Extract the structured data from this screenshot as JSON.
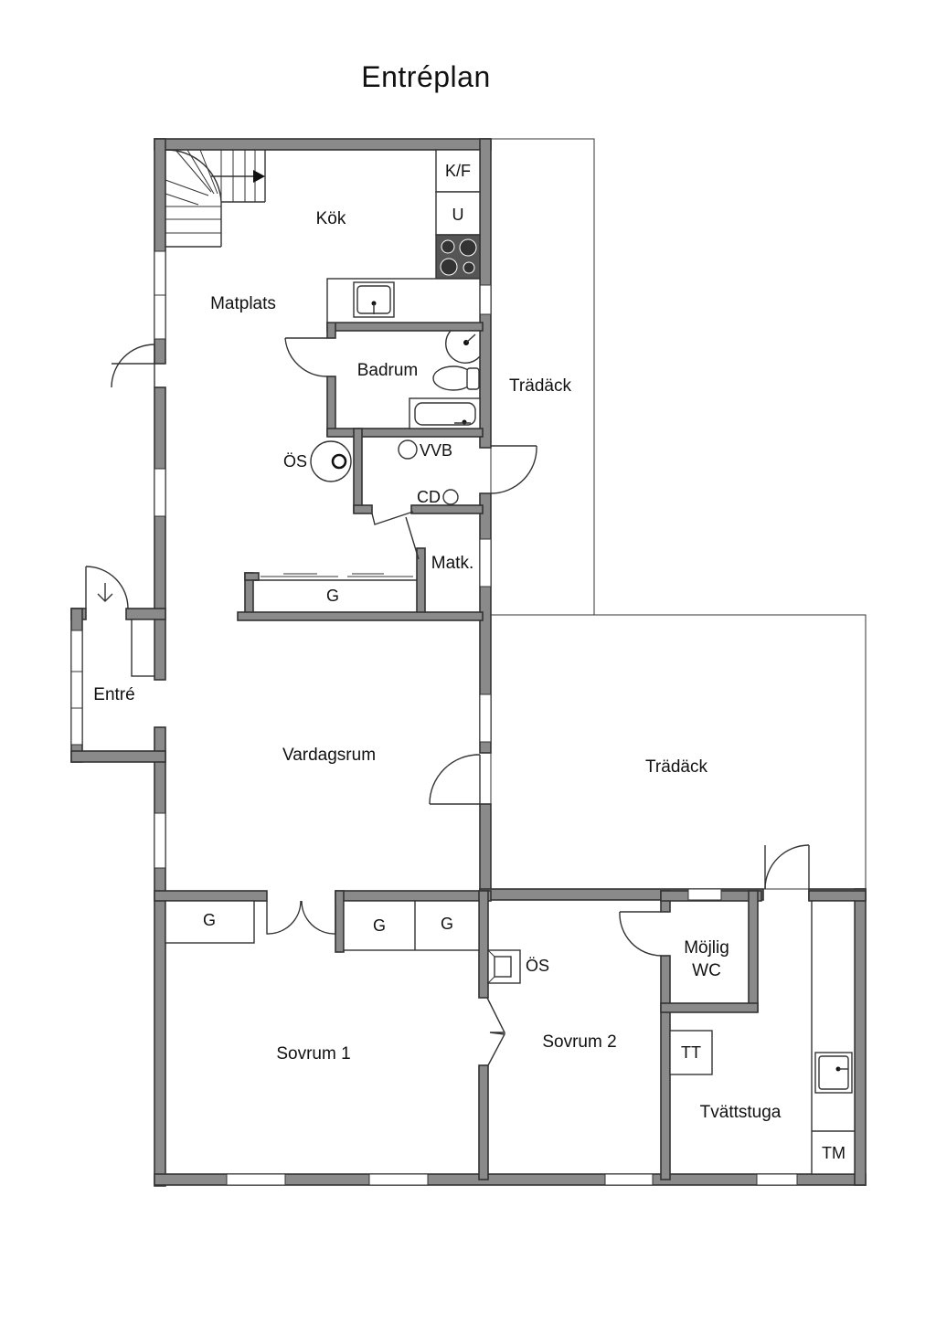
{
  "title": "Entréplan",
  "rooms": {
    "kok": "Kök",
    "matplats": "Matplats",
    "badrum": "Badrum",
    "tradack_1": "Trädäck",
    "tradack_2": "Trädäck",
    "entre": "Entré",
    "vardagsrum": "Vardagsrum",
    "sovrum_1": "Sovrum 1",
    "sovrum_2": "Sovrum 2",
    "mojlig_wc_1": "Möjlig",
    "mojlig_wc_2": "WC",
    "tvattstuga": "Tvättstuga",
    "matk": "Matk."
  },
  "fixtures": {
    "kf": "K/F",
    "u": "U",
    "os_1": "ÖS",
    "os_2": "ÖS",
    "vvb": "VVB",
    "cd": "CD",
    "tt": "TT",
    "tm": "TM",
    "g_hall": "G",
    "g_sovrum1": "G",
    "g_left": "G",
    "g_right": "G"
  }
}
